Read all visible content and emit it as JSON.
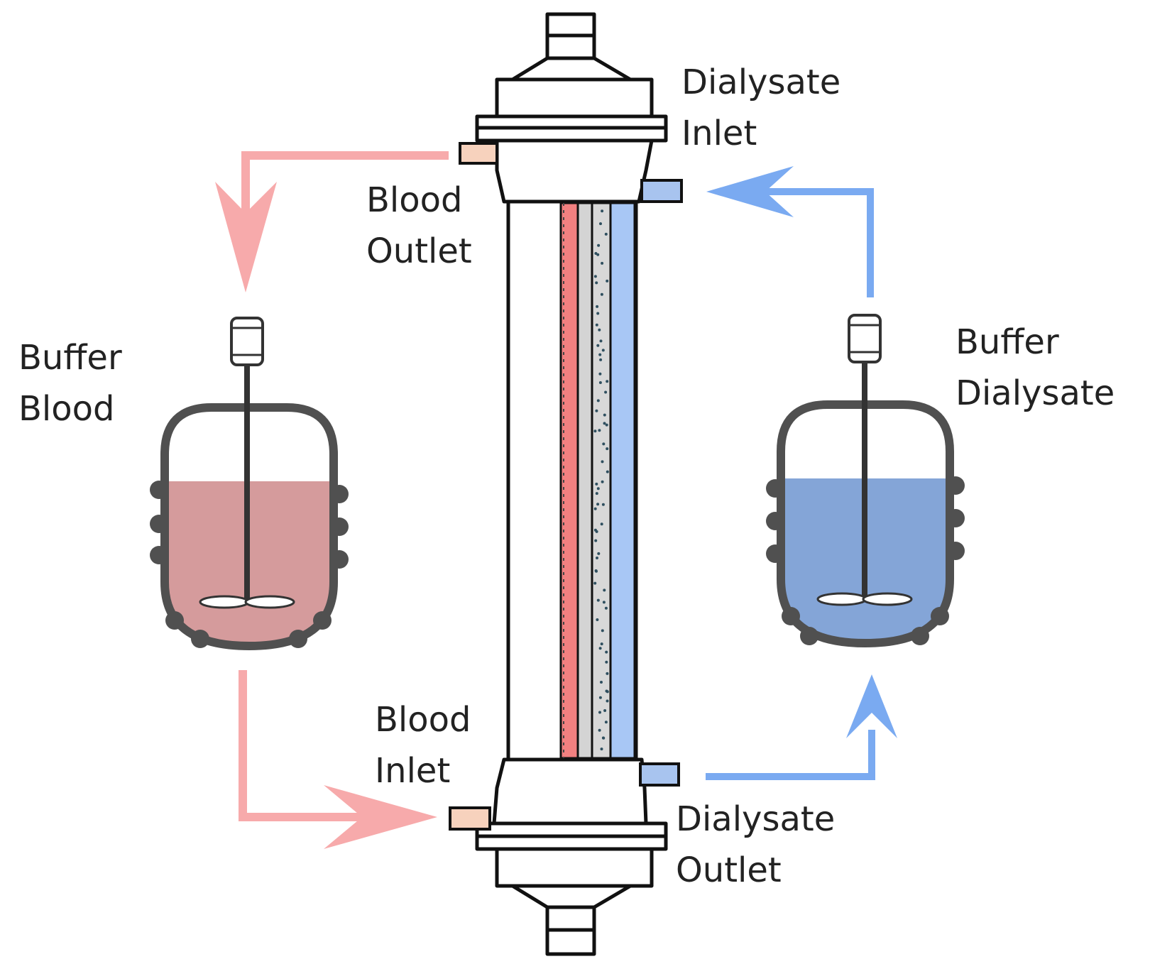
{
  "labels": {
    "dialysate_inlet": [
      "Dialysate",
      "Inlet"
    ],
    "blood_outlet": [
      "Blood",
      "Outlet"
    ],
    "buffer_blood": [
      "Buffer",
      "Blood"
    ],
    "buffer_dialysate": [
      "Buffer",
      "Dialysate"
    ],
    "blood_inlet": [
      "Blood",
      "Inlet"
    ],
    "dialysate_outlet": [
      "Dialysate",
      "Outlet"
    ]
  },
  "colors": {
    "blood_arrow": "#f7aaab",
    "dialysate_arrow": "#7aaaf1",
    "blood_liquid": "#d59b9c",
    "dialysate_liquid": "#84a5d7",
    "blood_port": "#f7d2bd",
    "dialysate_port": "#a8c4ef",
    "blood_channel": "#f28080",
    "dialysate_channel": "#a8c7f5",
    "membrane": "#d4d4d4",
    "outline": "#111111",
    "vessel_outline": "#505050"
  }
}
